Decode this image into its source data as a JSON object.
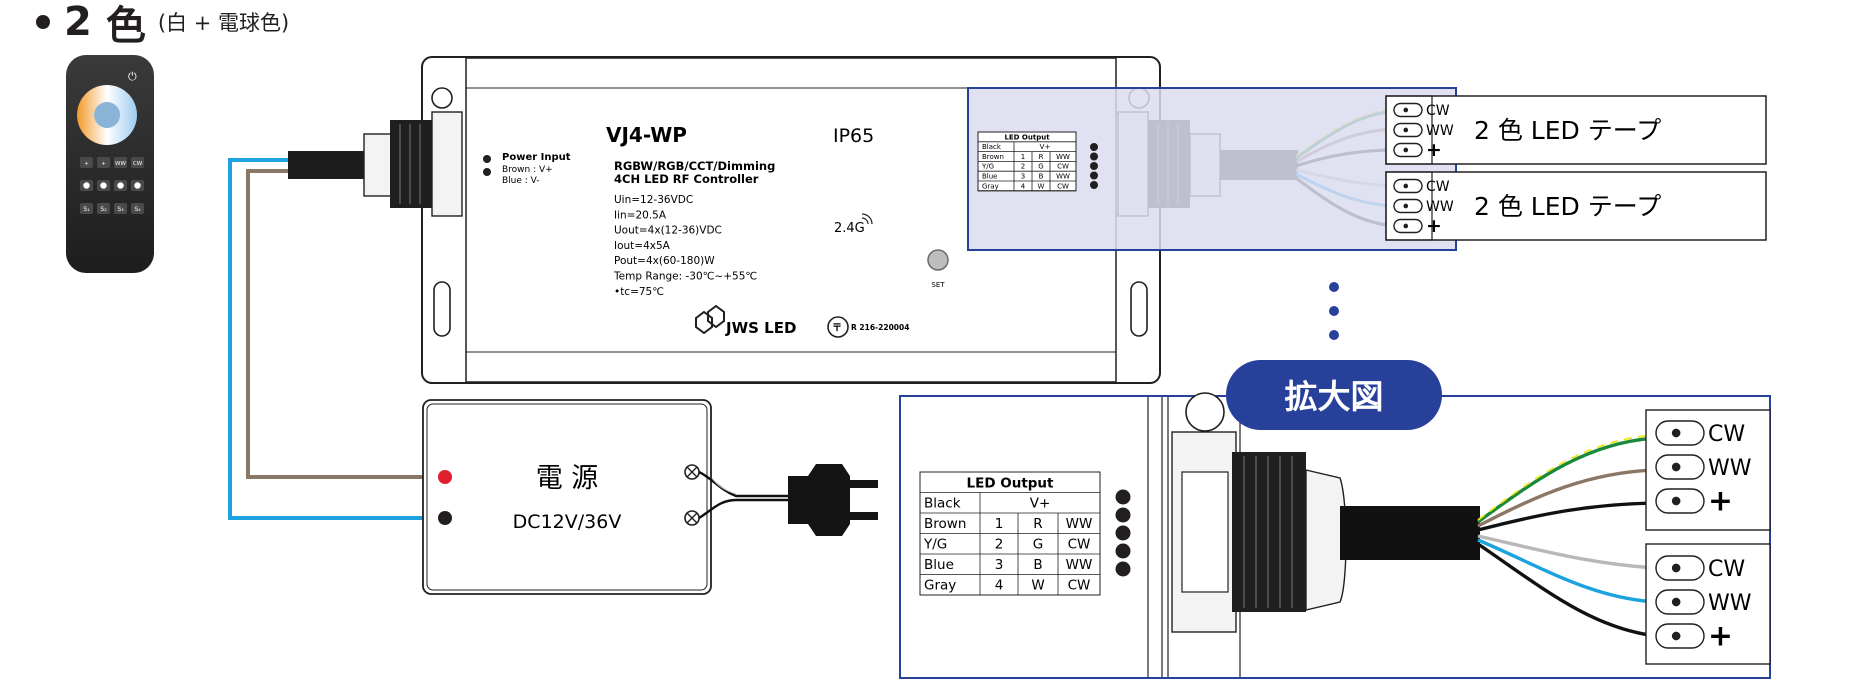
{
  "heading": {
    "count": "2",
    "color_word": "色",
    "note": "(白 + 電球色)"
  },
  "remote": {
    "power_symbol": "⏻",
    "buttons_row1": [
      "+",
      "+",
      "WW",
      "CW"
    ],
    "buttons_row3": [
      "S₁",
      "S₂",
      "S₃",
      "S₄"
    ]
  },
  "controller": {
    "model": "VJ4-WP",
    "ip_rating": "IP65",
    "power_input_title": "Power Input",
    "power_input_lines": [
      "Brown : V+",
      "Blue    : V-"
    ],
    "subtitle_1": "RGBW/RGB/CCT/Dimming",
    "subtitle_2": "4CH LED RF Controller",
    "specs": [
      "Uin=12-36VDC",
      "Iin=20.5A",
      "Uout=4x(12-36)VDC",
      "Iout=4x5A",
      "Pout=4x(60-180)W",
      "Temp Range: -30℃~+55℃",
      "•tc=75℃"
    ],
    "rf_label": "2.4G",
    "set_label": "SET",
    "brand": "JWS LED",
    "cert": "R 216-220004"
  },
  "led_output_table": {
    "title": "LED Output",
    "rows": [
      [
        "Black",
        "V+"
      ],
      [
        "Brown",
        "1",
        "R",
        "WW"
      ],
      [
        "Y/G",
        "2",
        "G",
        "CW"
      ],
      [
        "Blue",
        "3",
        "B",
        "WW"
      ],
      [
        "Gray",
        "4",
        "W",
        "CW"
      ]
    ]
  },
  "power_supply": {
    "title": "電 源",
    "voltage": "DC12V/36V"
  },
  "led_strips": [
    {
      "label": "2 色 LED テープ",
      "terminals": [
        "CW",
        "WW",
        "+"
      ]
    },
    {
      "label": "2 色 LED テープ",
      "terminals": [
        "CW",
        "WW",
        "+"
      ]
    }
  ],
  "zoom": {
    "label": "拡大図",
    "groups": [
      {
        "terminals": [
          "CW",
          "WW",
          "+"
        ]
      },
      {
        "terminals": [
          "CW",
          "WW",
          "+"
        ]
      }
    ]
  },
  "colors": {
    "accent_blue": "#27409a",
    "zoom_fill": "#dadcef",
    "wire_blue": "#1ca3df",
    "wire_brown": "#8b7765",
    "wire_green": "#1a8a3a",
    "wire_yellow": "#f1e61d",
    "wire_gray": "#b8b8b8",
    "wire_black": "#111111",
    "red_terminal": "#e2202b"
  }
}
